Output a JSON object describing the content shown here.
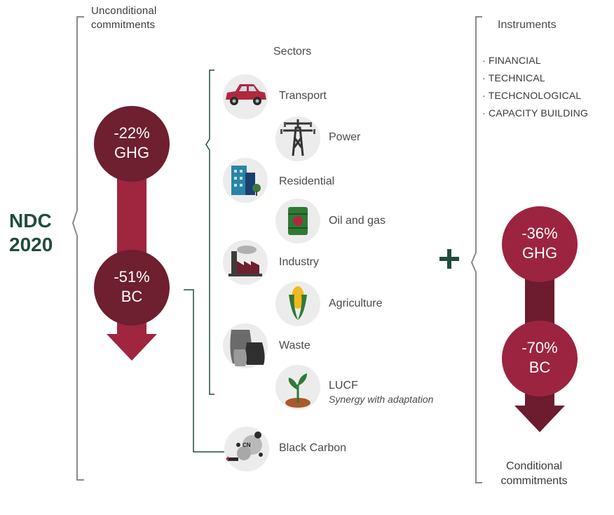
{
  "ndc": {
    "line1": "NDC",
    "line2": "2020"
  },
  "unconditional": {
    "line1": "Unconditional",
    "line2": "commitments"
  },
  "sectors_title": "Sectors",
  "left_targets": [
    {
      "value": "-22%",
      "unit": "GHG"
    },
    {
      "value": "-51%",
      "unit": "BC"
    }
  ],
  "sectors": [
    {
      "name": "Transport",
      "icon": "car-icon"
    },
    {
      "name": "Power",
      "icon": "power-tower-icon"
    },
    {
      "name": "Residential",
      "icon": "building-icon"
    },
    {
      "name": "Oil and gas",
      "icon": "oil-barrel-icon"
    },
    {
      "name": "Industry",
      "icon": "factory-icon"
    },
    {
      "name": "Agriculture",
      "icon": "corn-icon"
    },
    {
      "name": "Waste",
      "icon": "garbage-bags-icon"
    },
    {
      "name": "LUCF",
      "sub": "Synergy with adaptation",
      "icon": "plant-icon"
    },
    {
      "name": "Black Carbon",
      "icon": "soot-icon",
      "badge": "CN"
    }
  ],
  "plus": "+",
  "instruments": {
    "title": "Instruments",
    "items": [
      "· FINANCIAL",
      "· TECHNICAL",
      "· TECHCNOLOGICAL",
      "· CAPACITY BUILDING"
    ]
  },
  "right_targets": [
    {
      "value": "-36%",
      "unit": "GHG"
    },
    {
      "value": "-70%",
      "unit": "BC"
    }
  ],
  "conditional": {
    "line1": "Conditional",
    "line2": "commitments"
  },
  "colors": {
    "dark_maroon": "#6e1f30",
    "crimson": "#9c2440",
    "arrow_left": "#a0253f",
    "arrow_right": "#6c1c2e",
    "dark_green": "#1f4d3c",
    "icon_bg": "#ececec",
    "bracket": "#777777"
  }
}
